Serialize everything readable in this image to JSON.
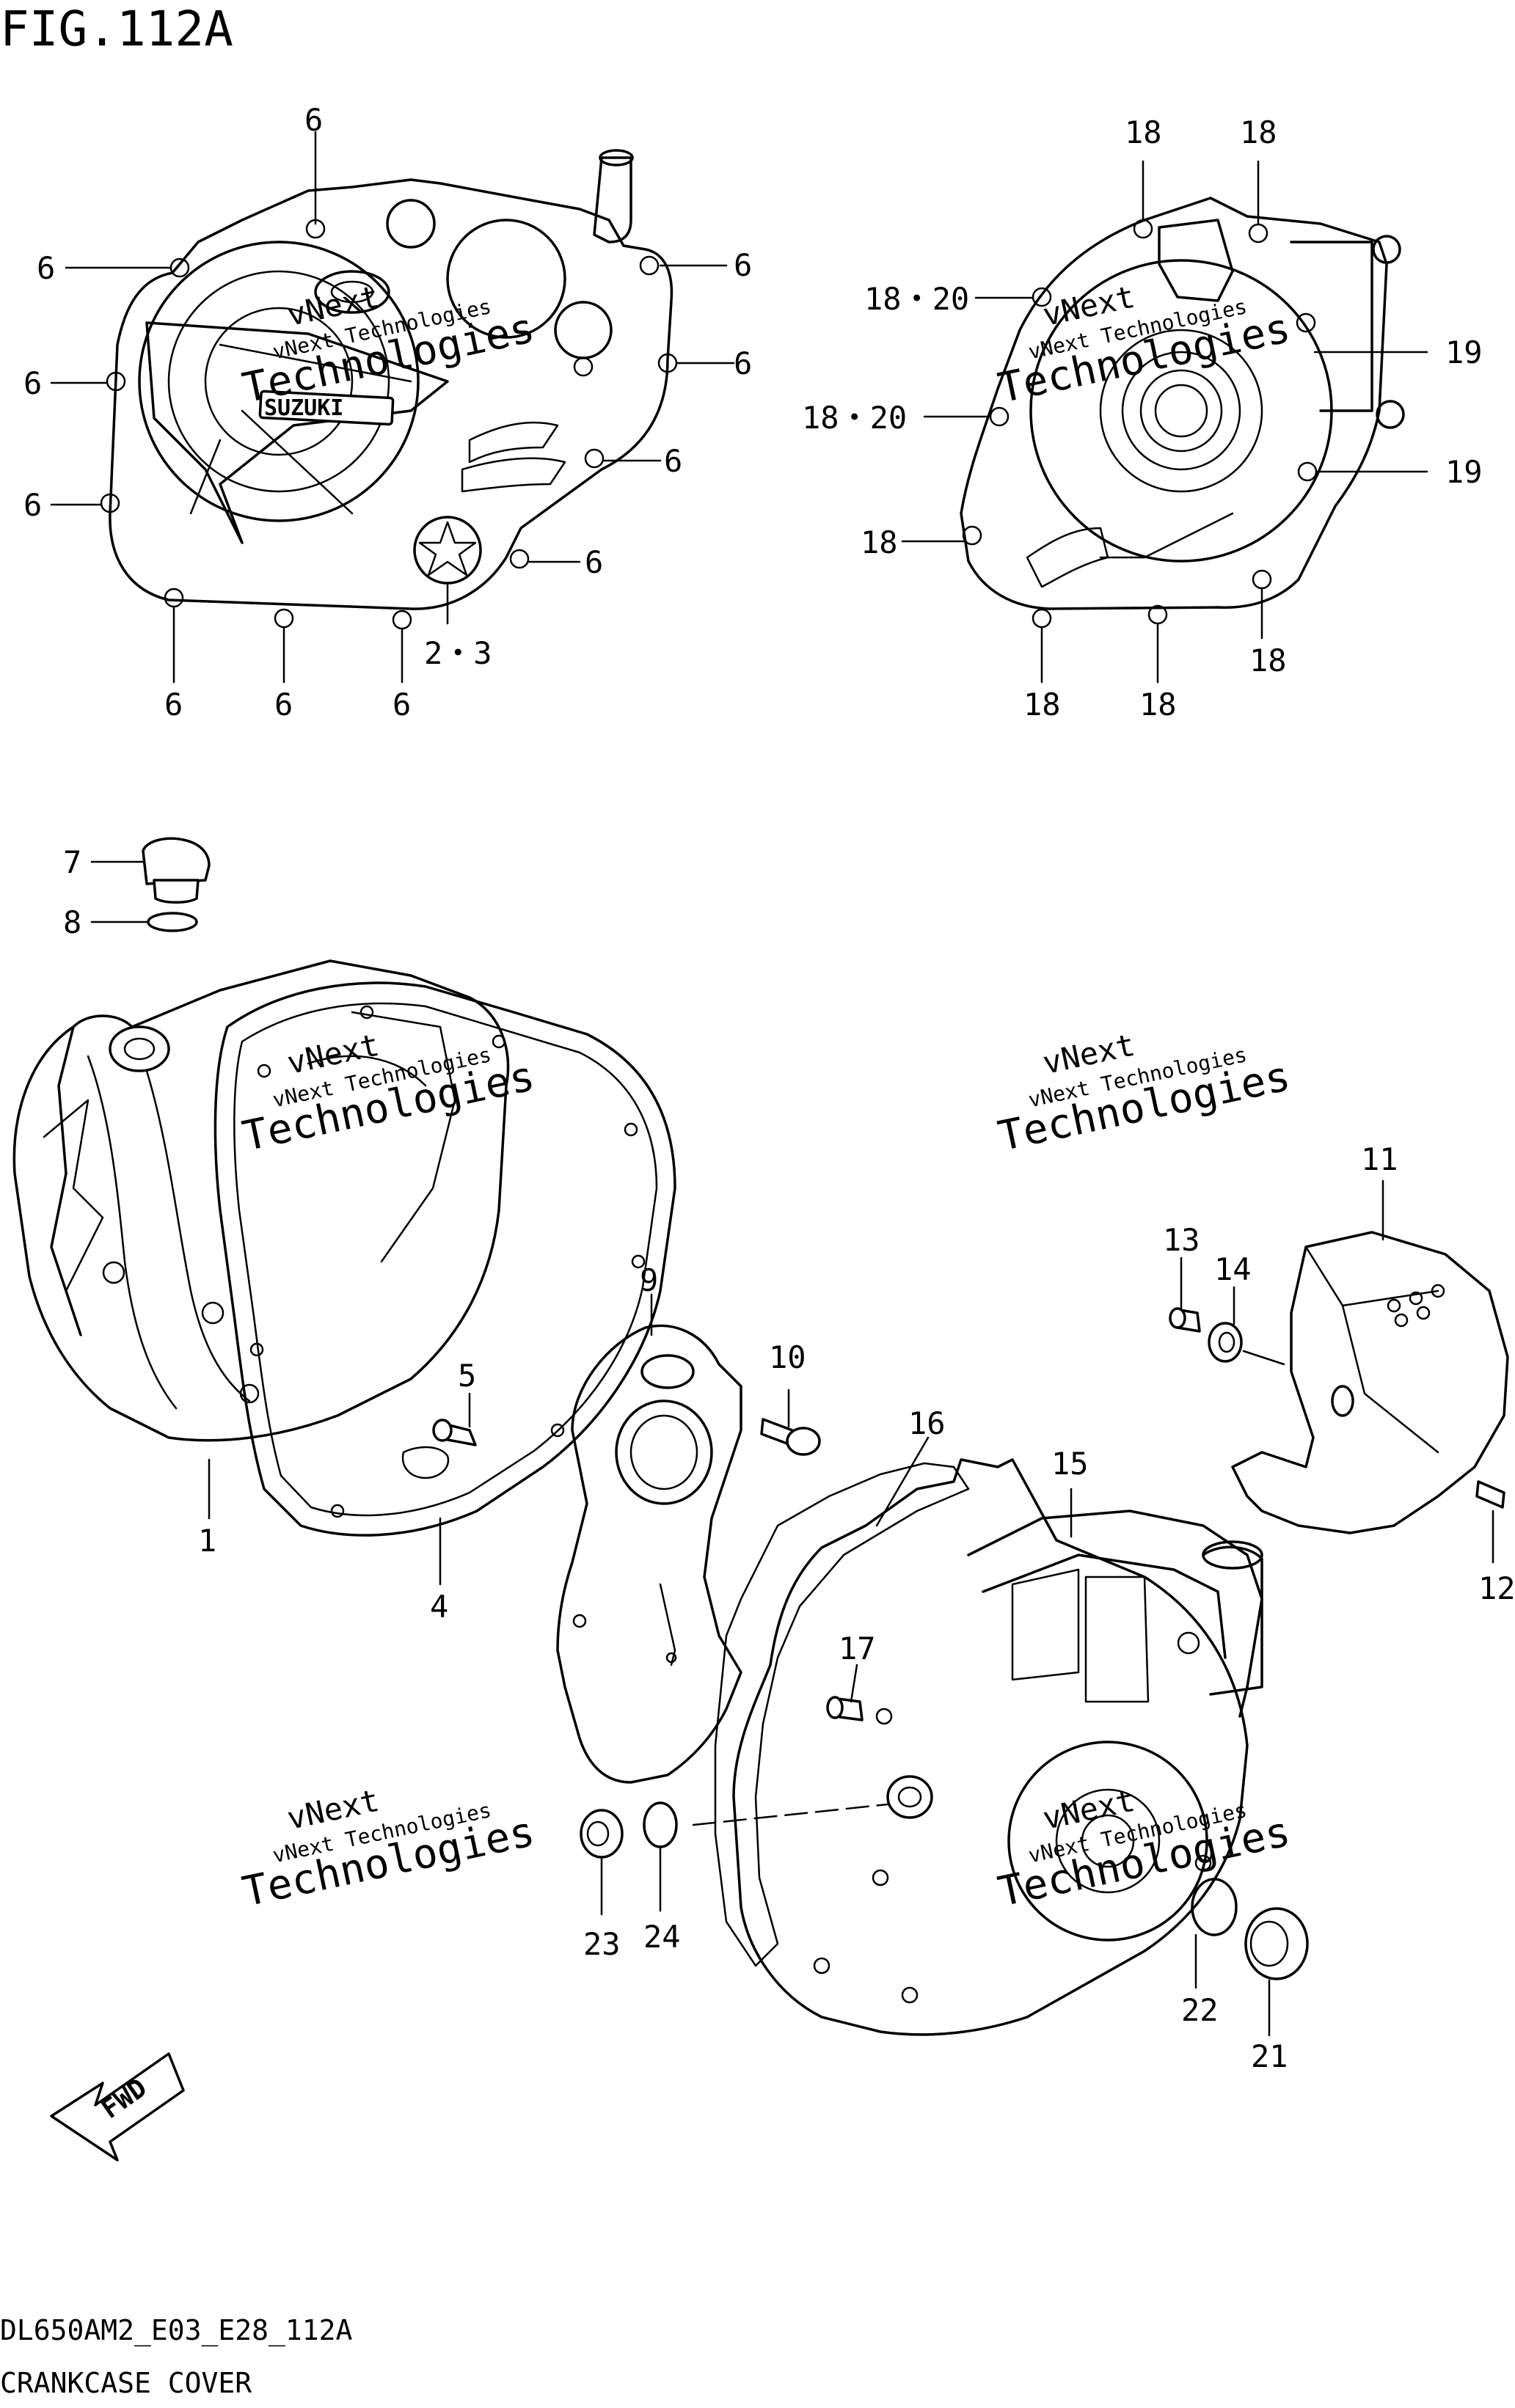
{
  "figure_title": "FIG.112A",
  "footer": {
    "code": "DL650AM2_E03_E28_112A",
    "name": "CRANKCASE COVER"
  },
  "brand_mark": "SUZUKI",
  "fwd_mark": "FWD",
  "watermark": {
    "line1": "vNext",
    "line2": "vNext Technologies",
    "line3": "Technologies"
  },
  "callouts": {
    "c1": "1",
    "c23": "2・3",
    "c4": "4",
    "c5": "5",
    "c6": "6",
    "c7": "7",
    "c8": "8",
    "c9": "9",
    "c10": "10",
    "c11": "11",
    "c12": "12",
    "c13": "13",
    "c14": "14",
    "c15": "15",
    "c16": "16",
    "c17": "17",
    "c18": "18",
    "c18_20": "18・20",
    "c19": "19",
    "c21": "21",
    "c22": "22",
    "c23b": "23",
    "c24": "24"
  },
  "colors": {
    "line": "#000000",
    "background": "#ffffff",
    "watermark": "#b9b9b9"
  }
}
